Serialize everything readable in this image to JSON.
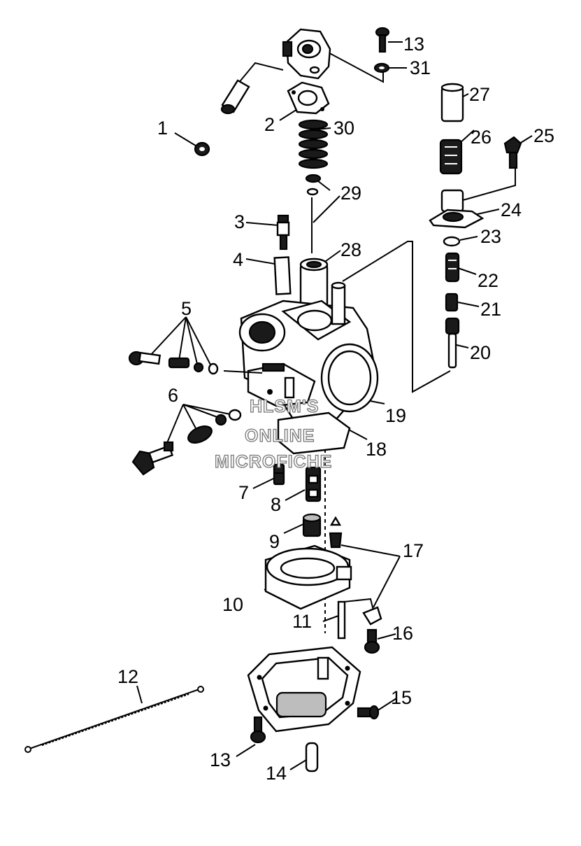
{
  "callouts": {
    "c1": "1",
    "c2": "2",
    "c3": "3",
    "c4": "4",
    "c5": "5",
    "c6": "6",
    "c7": "7",
    "c8": "8",
    "c9": "9",
    "c10": "10",
    "c11": "11",
    "c12": "12",
    "c13a": "13",
    "c13b": "13",
    "c14": "14",
    "c15": "15",
    "c16": "16",
    "c17": "17",
    "c18": "18",
    "c19": "19",
    "c20": "20",
    "c21": "21",
    "c22": "22",
    "c23": "23",
    "c24": "24",
    "c25": "25",
    "c26": "26",
    "c27": "27",
    "c28": "28",
    "c29": "29",
    "c30": "30",
    "c31": "31"
  },
  "watermark": {
    "line1": "HLSM'S",
    "line2": "ONLINE",
    "line3": "MICROFICHE"
  }
}
